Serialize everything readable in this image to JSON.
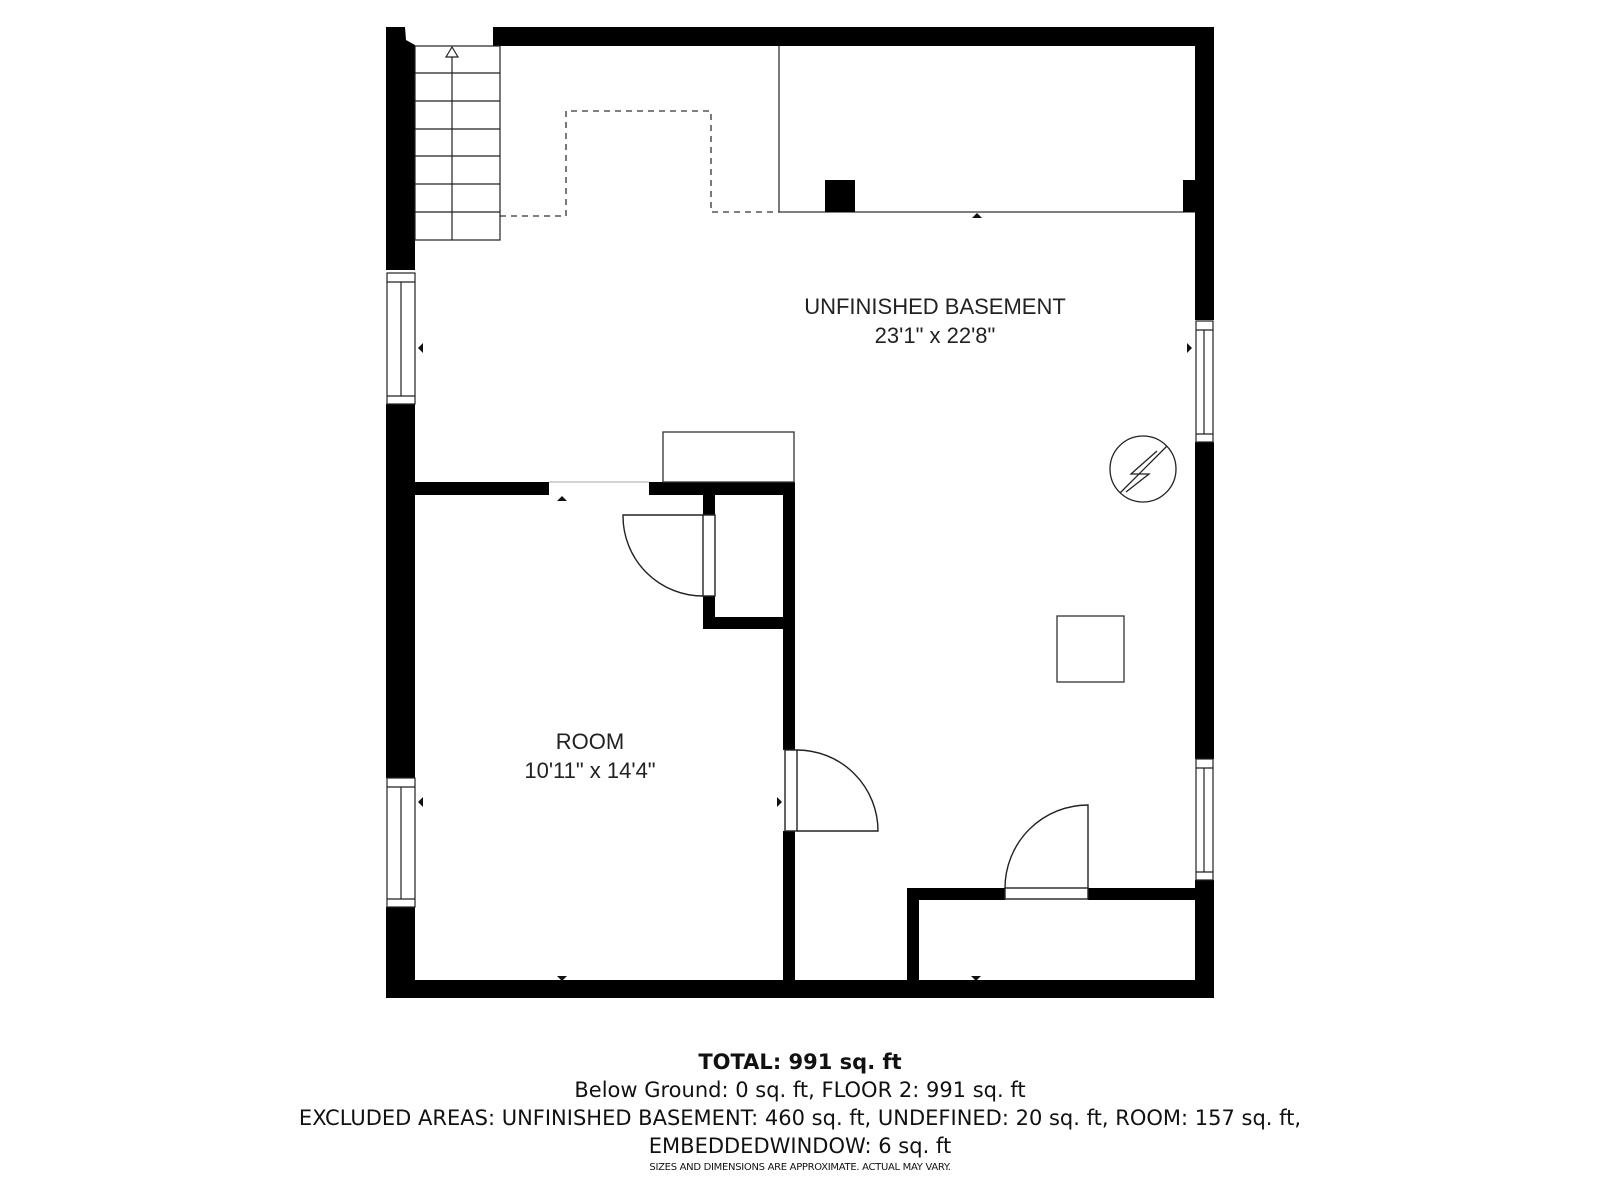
{
  "rooms": [
    {
      "name": "UNFINISHED BASEMENT",
      "dimensions": "23'1\" x 22'8\""
    },
    {
      "name": "ROOM",
      "dimensions": "10'11\" x 14'4\""
    }
  ],
  "symbols": {
    "stairs": "stairs-up-icon",
    "electrical_panel": "electrical-panel-icon",
    "doors": 4,
    "windows": 4
  },
  "summary": {
    "total": "TOTAL: 991 sq. ft",
    "floor_breakdown": "Below Ground: 0 sq. ft, FLOOR 2: 991 sq. ft",
    "excluded_line1": "EXCLUDED AREAS: UNFINISHED BASEMENT: 460 sq. ft, UNDEFINED: 20 sq. ft, ROOM: 157 sq. ft,",
    "excluded_line2": "EMBEDDEDWINDOW: 6 sq. ft",
    "disclaimer": "SIZES AND DIMENSIONS ARE APPROXIMATE. ACTUAL MAY VARY."
  },
  "colors": {
    "wall": "#000000",
    "background": "#ffffff",
    "line": "#333333"
  }
}
